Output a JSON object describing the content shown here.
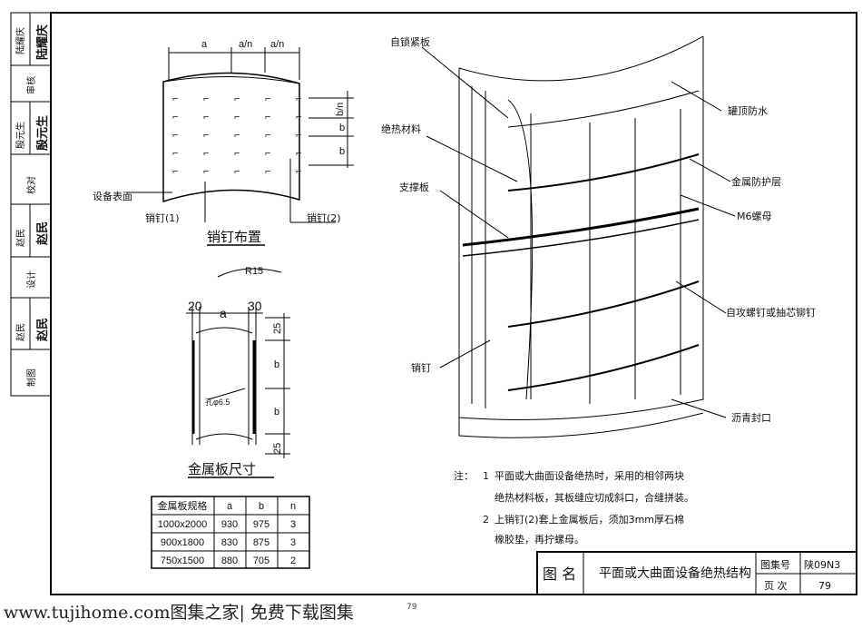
{
  "approval_block": [
    {
      "role": "陆耀庆",
      "signature": "陆耀庆"
    },
    {
      "role": "审核",
      "signature": ""
    },
    {
      "role": "殷元生",
      "signature": "殷元生"
    },
    {
      "role": "校对",
      "signature": ""
    },
    {
      "role": "赵民",
      "signature": "赵民"
    },
    {
      "role": "设计",
      "signature": ""
    },
    {
      "role": "赵民",
      "signature": "赵民"
    },
    {
      "role": "制图",
      "signature": ""
    }
  ],
  "pin_layout": {
    "title": "销钉布置",
    "dim_a": "a",
    "dim_an1": "a/n",
    "dim_an2": "a/n",
    "dim_bn": "b/n",
    "dim_b1": "b",
    "dim_b2": "b",
    "surface_label": "设备表面",
    "pin1_label": "销钉(1)",
    "pin2_label": "销钉(2)"
  },
  "plate_size": {
    "title": "金属板尺寸",
    "radius": "R15",
    "dim_20": "20",
    "dim_a": "a",
    "dim_30": "30",
    "dim_25_top": "25",
    "dim_b1": "b",
    "dim_b2": "b",
    "dim_25_bottom": "25",
    "hole_label": "孔φ6.5"
  },
  "spec_table": {
    "headers": [
      "金属板规格",
      "a",
      "b",
      "n"
    ],
    "rows": [
      [
        "1000x2000",
        "930",
        "975",
        "3"
      ],
      [
        "900x1800",
        "830",
        "875",
        "3"
      ],
      [
        "750x1500",
        "880",
        "705",
        "2"
      ]
    ]
  },
  "structure": {
    "labels": {
      "self_lock_plate": "自锁紧板",
      "insulation": "绝热材料",
      "support_plate": "支撑板",
      "pin": "销钉",
      "roof_waterproof": "罐顶防水",
      "metal_protection": "金属防护层",
      "m6_nut": "M6螺母",
      "screw": "自攻螺钉或抽芯铆钉",
      "asphalt_seal": "沥青封口"
    }
  },
  "notes": {
    "prefix": "注：",
    "items": [
      {
        "num": "1",
        "line1": "平面或大曲面设备绝热时，采用的相邻两块",
        "line2": "绝热材料板，其板缝应切成斜口，合缝拼装。"
      },
      {
        "num": "2",
        "line1": "上销钉(2)套上金属板后，须加3mm厚石棉",
        "line2": "橡胶垫，再拧螺母。"
      }
    ]
  },
  "title_block": {
    "name_label": "图  名",
    "drawing_name": "平面或大曲面设备绝热结构",
    "atlas_label": "图集号",
    "atlas_no": "陕09N3",
    "page_label": "页  次",
    "page_no": "79"
  },
  "watermark": {
    "text": "www.tujihome.com图集之家| 免费下载图集",
    "page": "79"
  }
}
